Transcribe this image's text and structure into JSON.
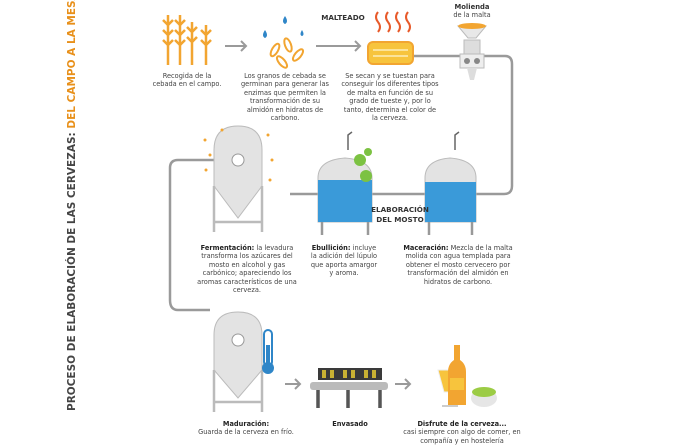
{
  "title": {
    "part1": "PROCESO DE ELABORACIÓN DE LAS CERVEZAS:",
    "part2": "DEL CAMPO A LA MESA"
  },
  "colors": {
    "orange": "#f2a531",
    "grey": "#a0a0a0",
    "blue": "#3a9ad9",
    "green": "#7cc242"
  },
  "steps": {
    "recogida": "Recogida de la cebada en el campo.",
    "malteado_label": "MALTEADO",
    "germinacion": "Los granos de cebada se germinan para generar las enzimas que permiten la transformación de su almidón en hidratos de carbono.",
    "tostado": "Se secan y se tuestan para conseguir los diferentes tipos de malta en función de su grado de tueste y, por lo tanto, determina el color de la cerveza.",
    "molienda_title": "Molienda",
    "molienda_sub": "de la malta",
    "mosto_label1": "ELABORACIÓN",
    "mosto_label2": "DEL MOSTO",
    "fermentacion_title": "Fermentación:",
    "fermentacion": "la levadura transforma los azúcares del mosto en alcohol y gas carbónico; apareciendo los aromas característicos de una cerveza.",
    "ebullicion_title": "Ebullición:",
    "ebullicion": "incluye la adición del lúpulo que aporta amargor y aroma.",
    "maceracion_title": "Maceración:",
    "maceracion": "Mezcla de la malta molida con agua templada para obtener el mosto cervecero por transformación del almidón en hidratos de carbono.",
    "maduracion_title": "Maduración:",
    "maduracion": "Guarda de la cerveza en frío.",
    "envasado_title": "Envasado",
    "disfrute_title": "Disfrute de la cerveza...",
    "disfrute": "casi siempre con algo de comer, en compañía y en hostelería"
  }
}
